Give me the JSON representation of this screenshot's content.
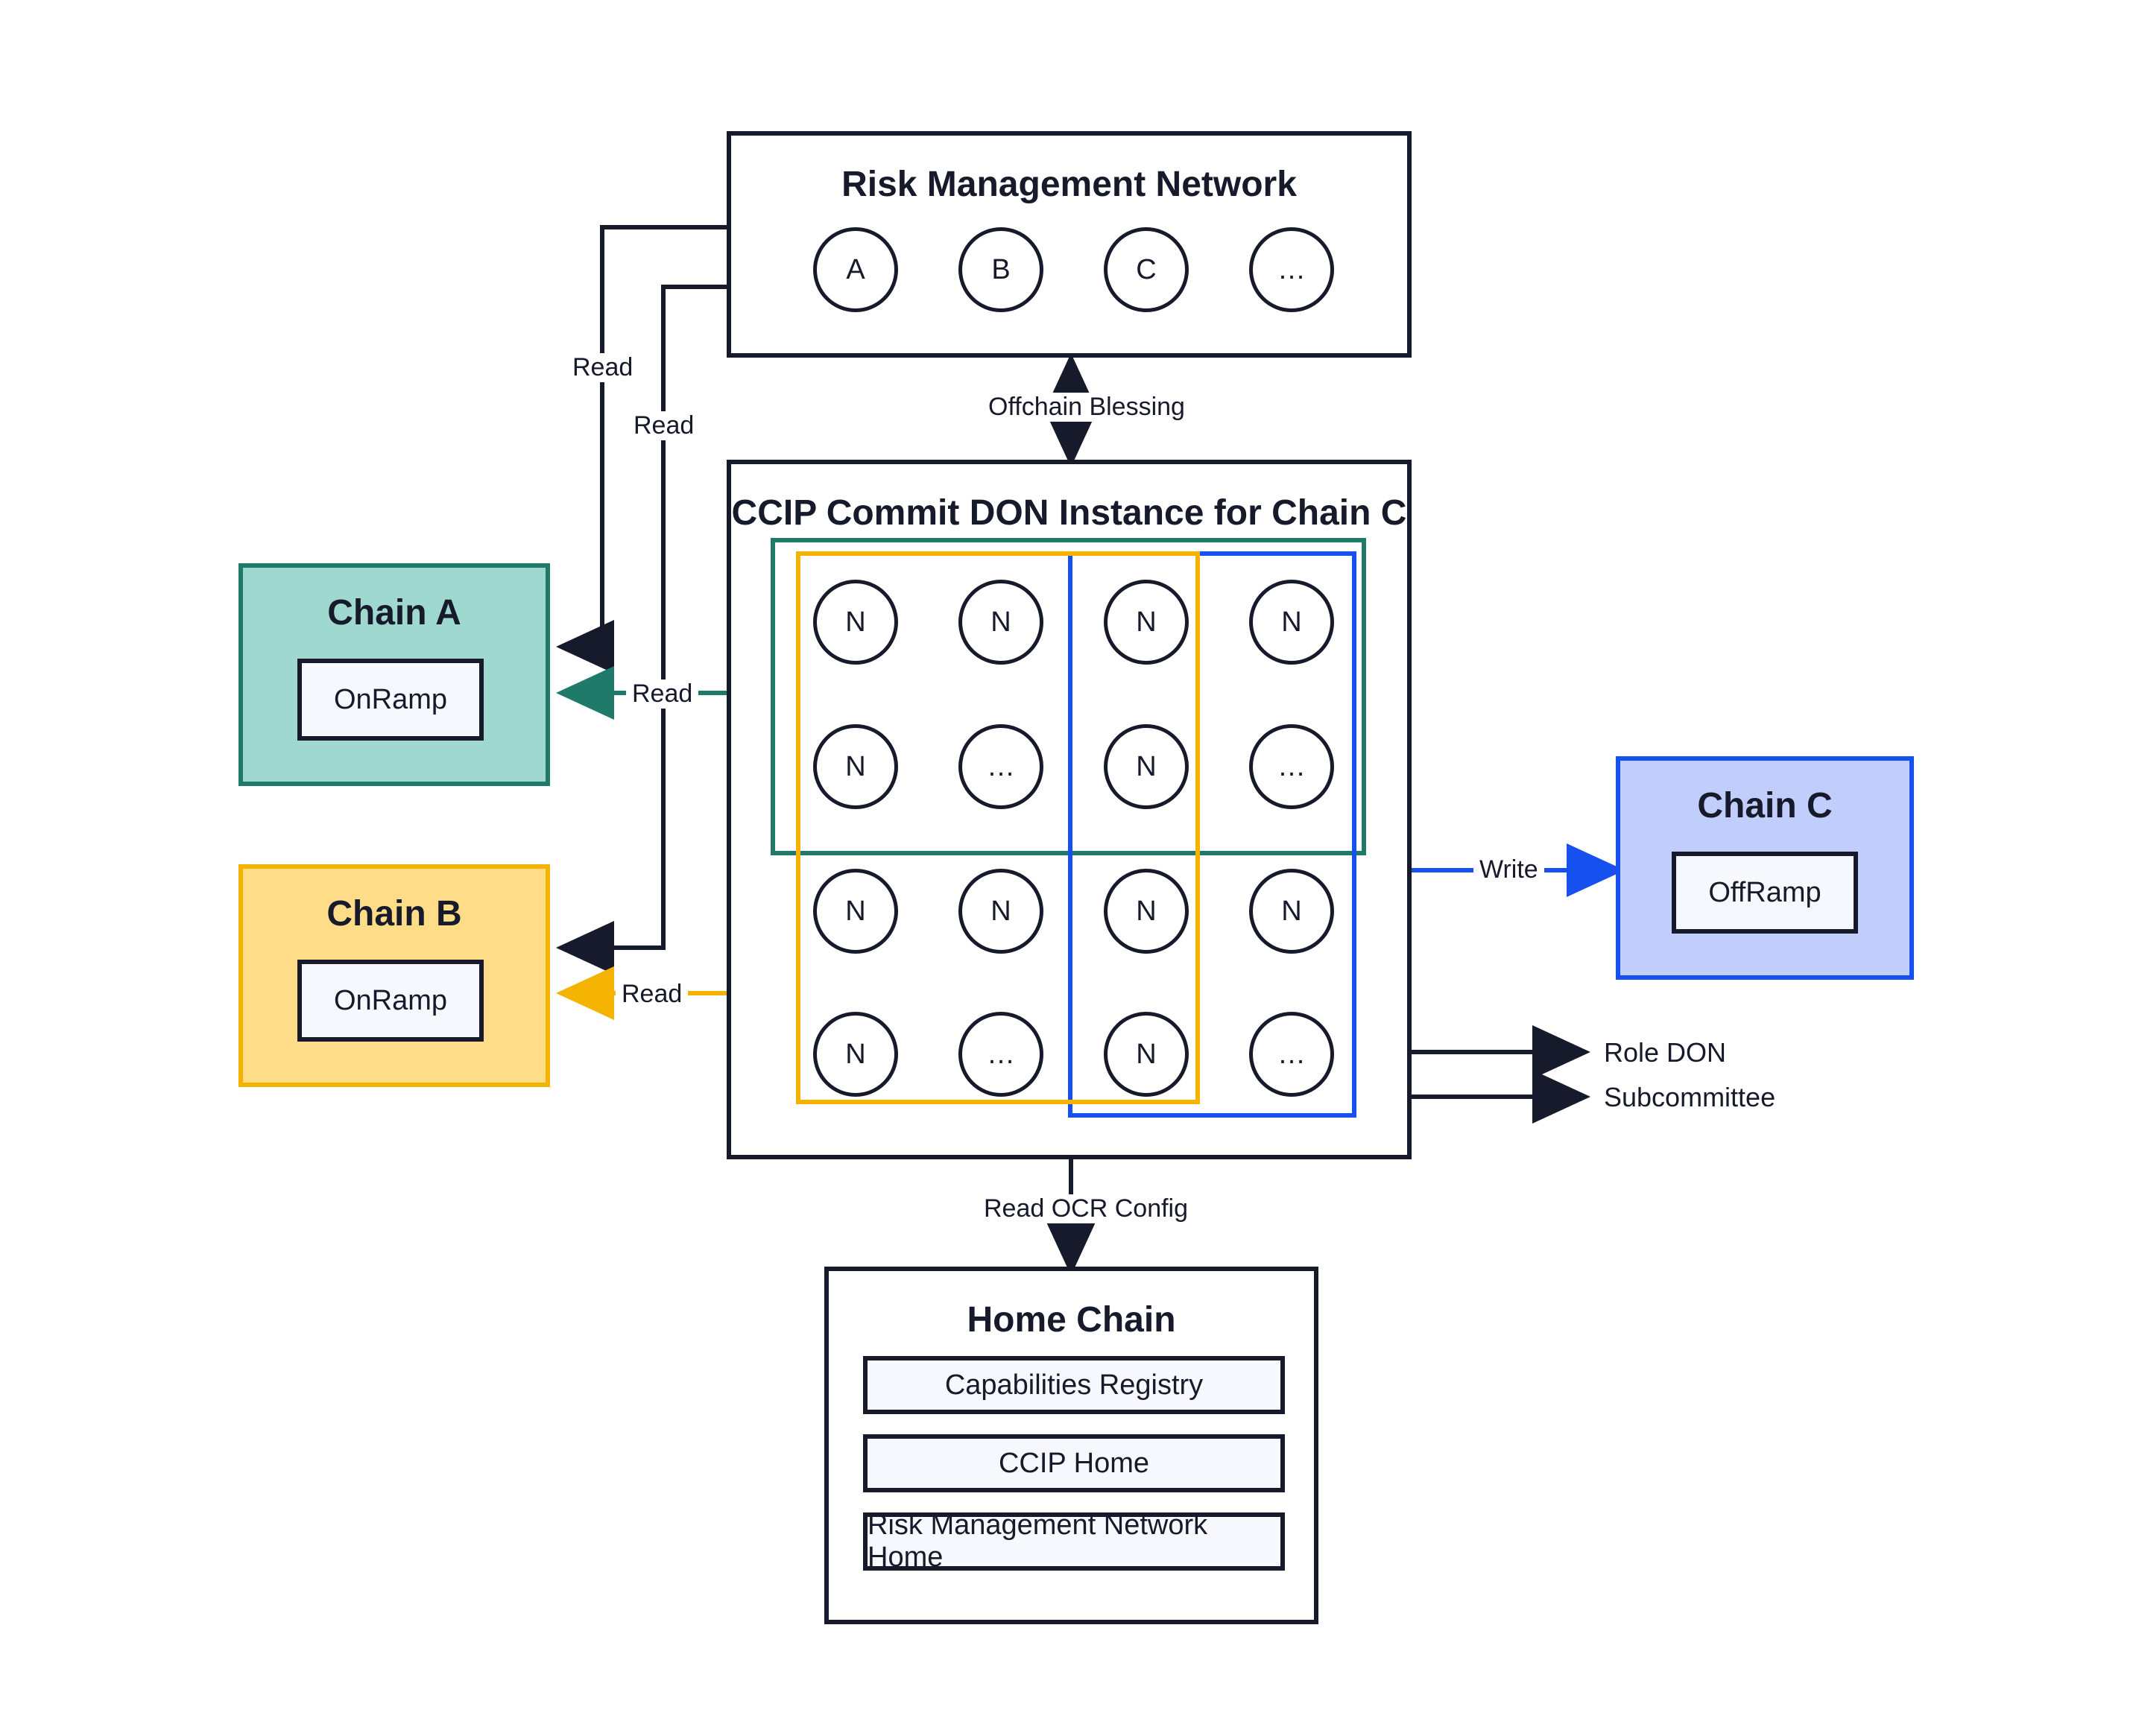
{
  "diagram": {
    "title_rmn": "Risk Management Network",
    "title_don": "CCIP Commit DON Instance for Chain C",
    "title_home": "Home Chain"
  },
  "rmn": {
    "label": "Risk Management Network",
    "nodes": [
      "A",
      "B",
      "C",
      "…"
    ]
  },
  "don": {
    "label": "CCIP Commit DON Instance for Chain C",
    "grid": [
      [
        "N",
        "N",
        "N",
        "N"
      ],
      [
        "N",
        "…",
        "N",
        "…"
      ],
      [
        "N",
        "N",
        "N",
        "N"
      ],
      [
        "N",
        "…",
        "N",
        "…"
      ]
    ],
    "groups": {
      "teal_name": "chain-a-subcommittee-group",
      "yellow_name": "chain-b-subcommittee-group",
      "blue_name": "chain-c-role-don-group"
    }
  },
  "chains": {
    "a": {
      "title": "Chain A",
      "ramp": "OnRamp",
      "fill": "#9ed8ce",
      "border": "#1f7a6a"
    },
    "b": {
      "title": "Chain B",
      "ramp": "OnRamp",
      "fill": "#ffdd88",
      "border": "#f5b301"
    },
    "c": {
      "title": "Chain C",
      "ramp": "OffRamp",
      "fill": "#c1cefb",
      "border": "#1650ef"
    }
  },
  "home_chain": {
    "title": "Home Chain",
    "items": [
      "Capabilities Registry",
      "CCIP Home",
      "Risk Management Network Home"
    ]
  },
  "edges": {
    "read_a_black": "Read",
    "read_b_black": "Read",
    "read_a_teal": "Read",
    "read_b_yellow": "Read",
    "offchain_blessing": "Offchain Blessing",
    "read_ocr_config": "Read OCR Config",
    "write": "Write"
  },
  "legend": {
    "role_don": "Role DON",
    "subcommittee": "Subcommittee"
  },
  "colors": {
    "ink": "#171a2b",
    "teal": "#1f7a6a",
    "yellow": "#f5b301",
    "blue": "#1650ef",
    "chip_fill": "#f7f8fd"
  }
}
